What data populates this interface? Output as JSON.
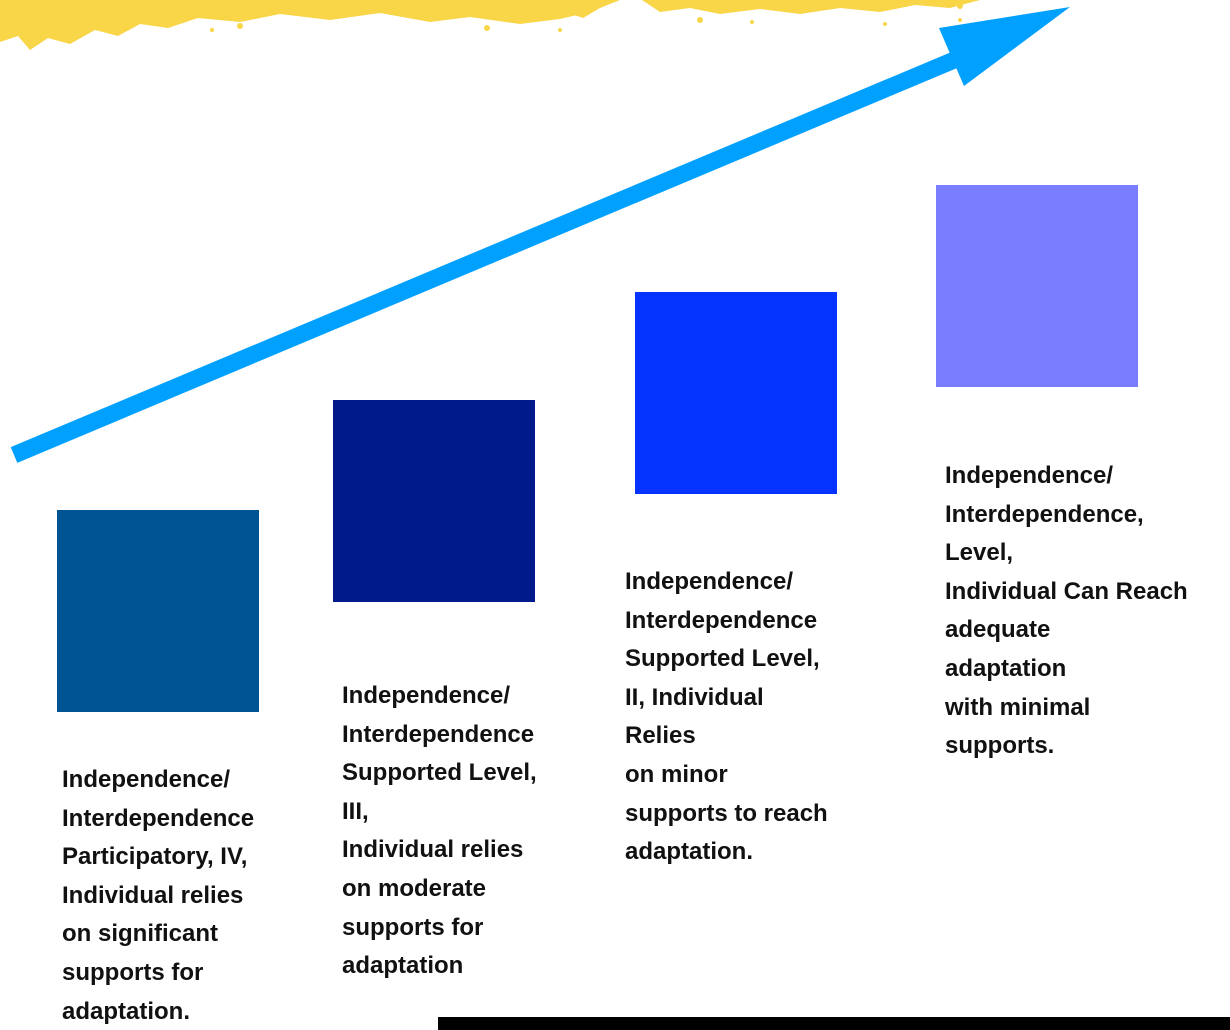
{
  "colors": {
    "splash": "#F9D548",
    "arrow": "#00A0FF",
    "bottom_bar": "#000000"
  },
  "levels": [
    {
      "id": "level-4",
      "color": "#005494",
      "label": "Independence/\nInterdependence\nParticipatory, IV,\nIndividual relies\non significant\nsupports for\nadaptation."
    },
    {
      "id": "level-3",
      "color": "#001A8C",
      "label": "Independence/\nInterdependence\nSupported Level,\nIII,\nIndividual relies\non moderate\nsupports for\nadaptation"
    },
    {
      "id": "level-2",
      "color": "#0433FF",
      "label": "Independence/\nInterdependence\nSupported Level,\nII, Individual\nRelies\non minor\nsupports to reach\nadaptation."
    },
    {
      "id": "level-1",
      "color": "#787EFF",
      "label": "Independence/\nInterdependence,\nLevel,\nIndividual Can Reach\nadequate\nadaptation\nwith minimal\nsupports."
    }
  ]
}
